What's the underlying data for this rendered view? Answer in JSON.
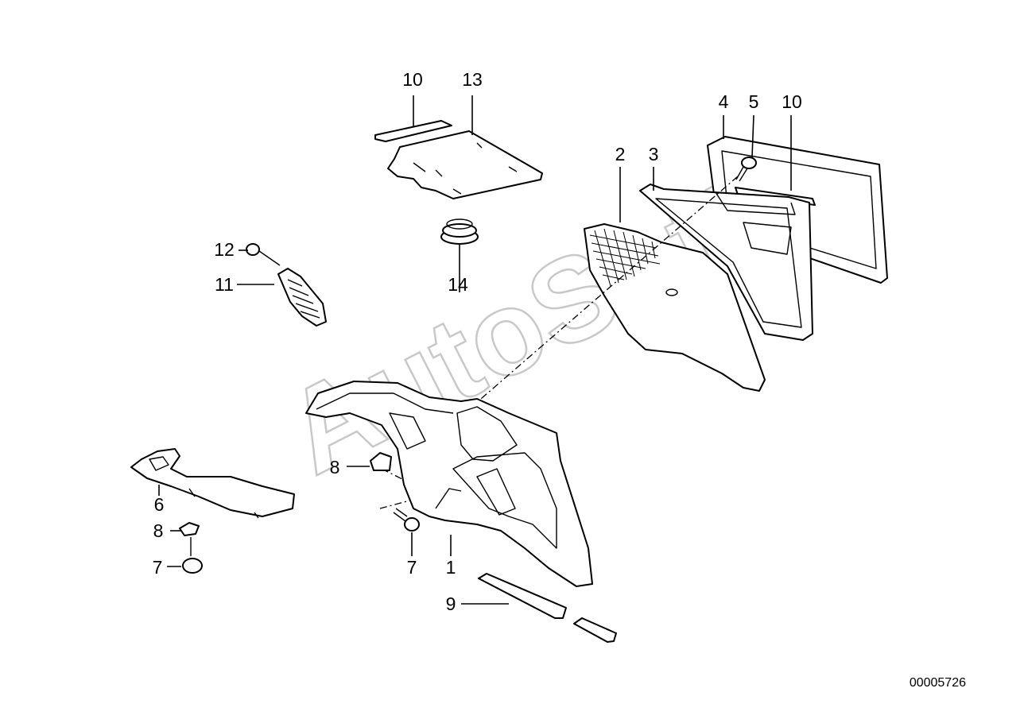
{
  "diagram": {
    "watermark": "AutoSoft",
    "reference_number": "00005726",
    "callouts": {
      "c1": "1",
      "c2": "2",
      "c3": "3",
      "c4": "4",
      "c5": "5",
      "c6": "6",
      "c7a": "7",
      "c7b": "7",
      "c8a": "8",
      "c8b": "8",
      "c9": "9",
      "c10a": "10",
      "c10b": "10",
      "c11": "11",
      "c12": "12",
      "c13": "13",
      "c14": "14"
    }
  }
}
